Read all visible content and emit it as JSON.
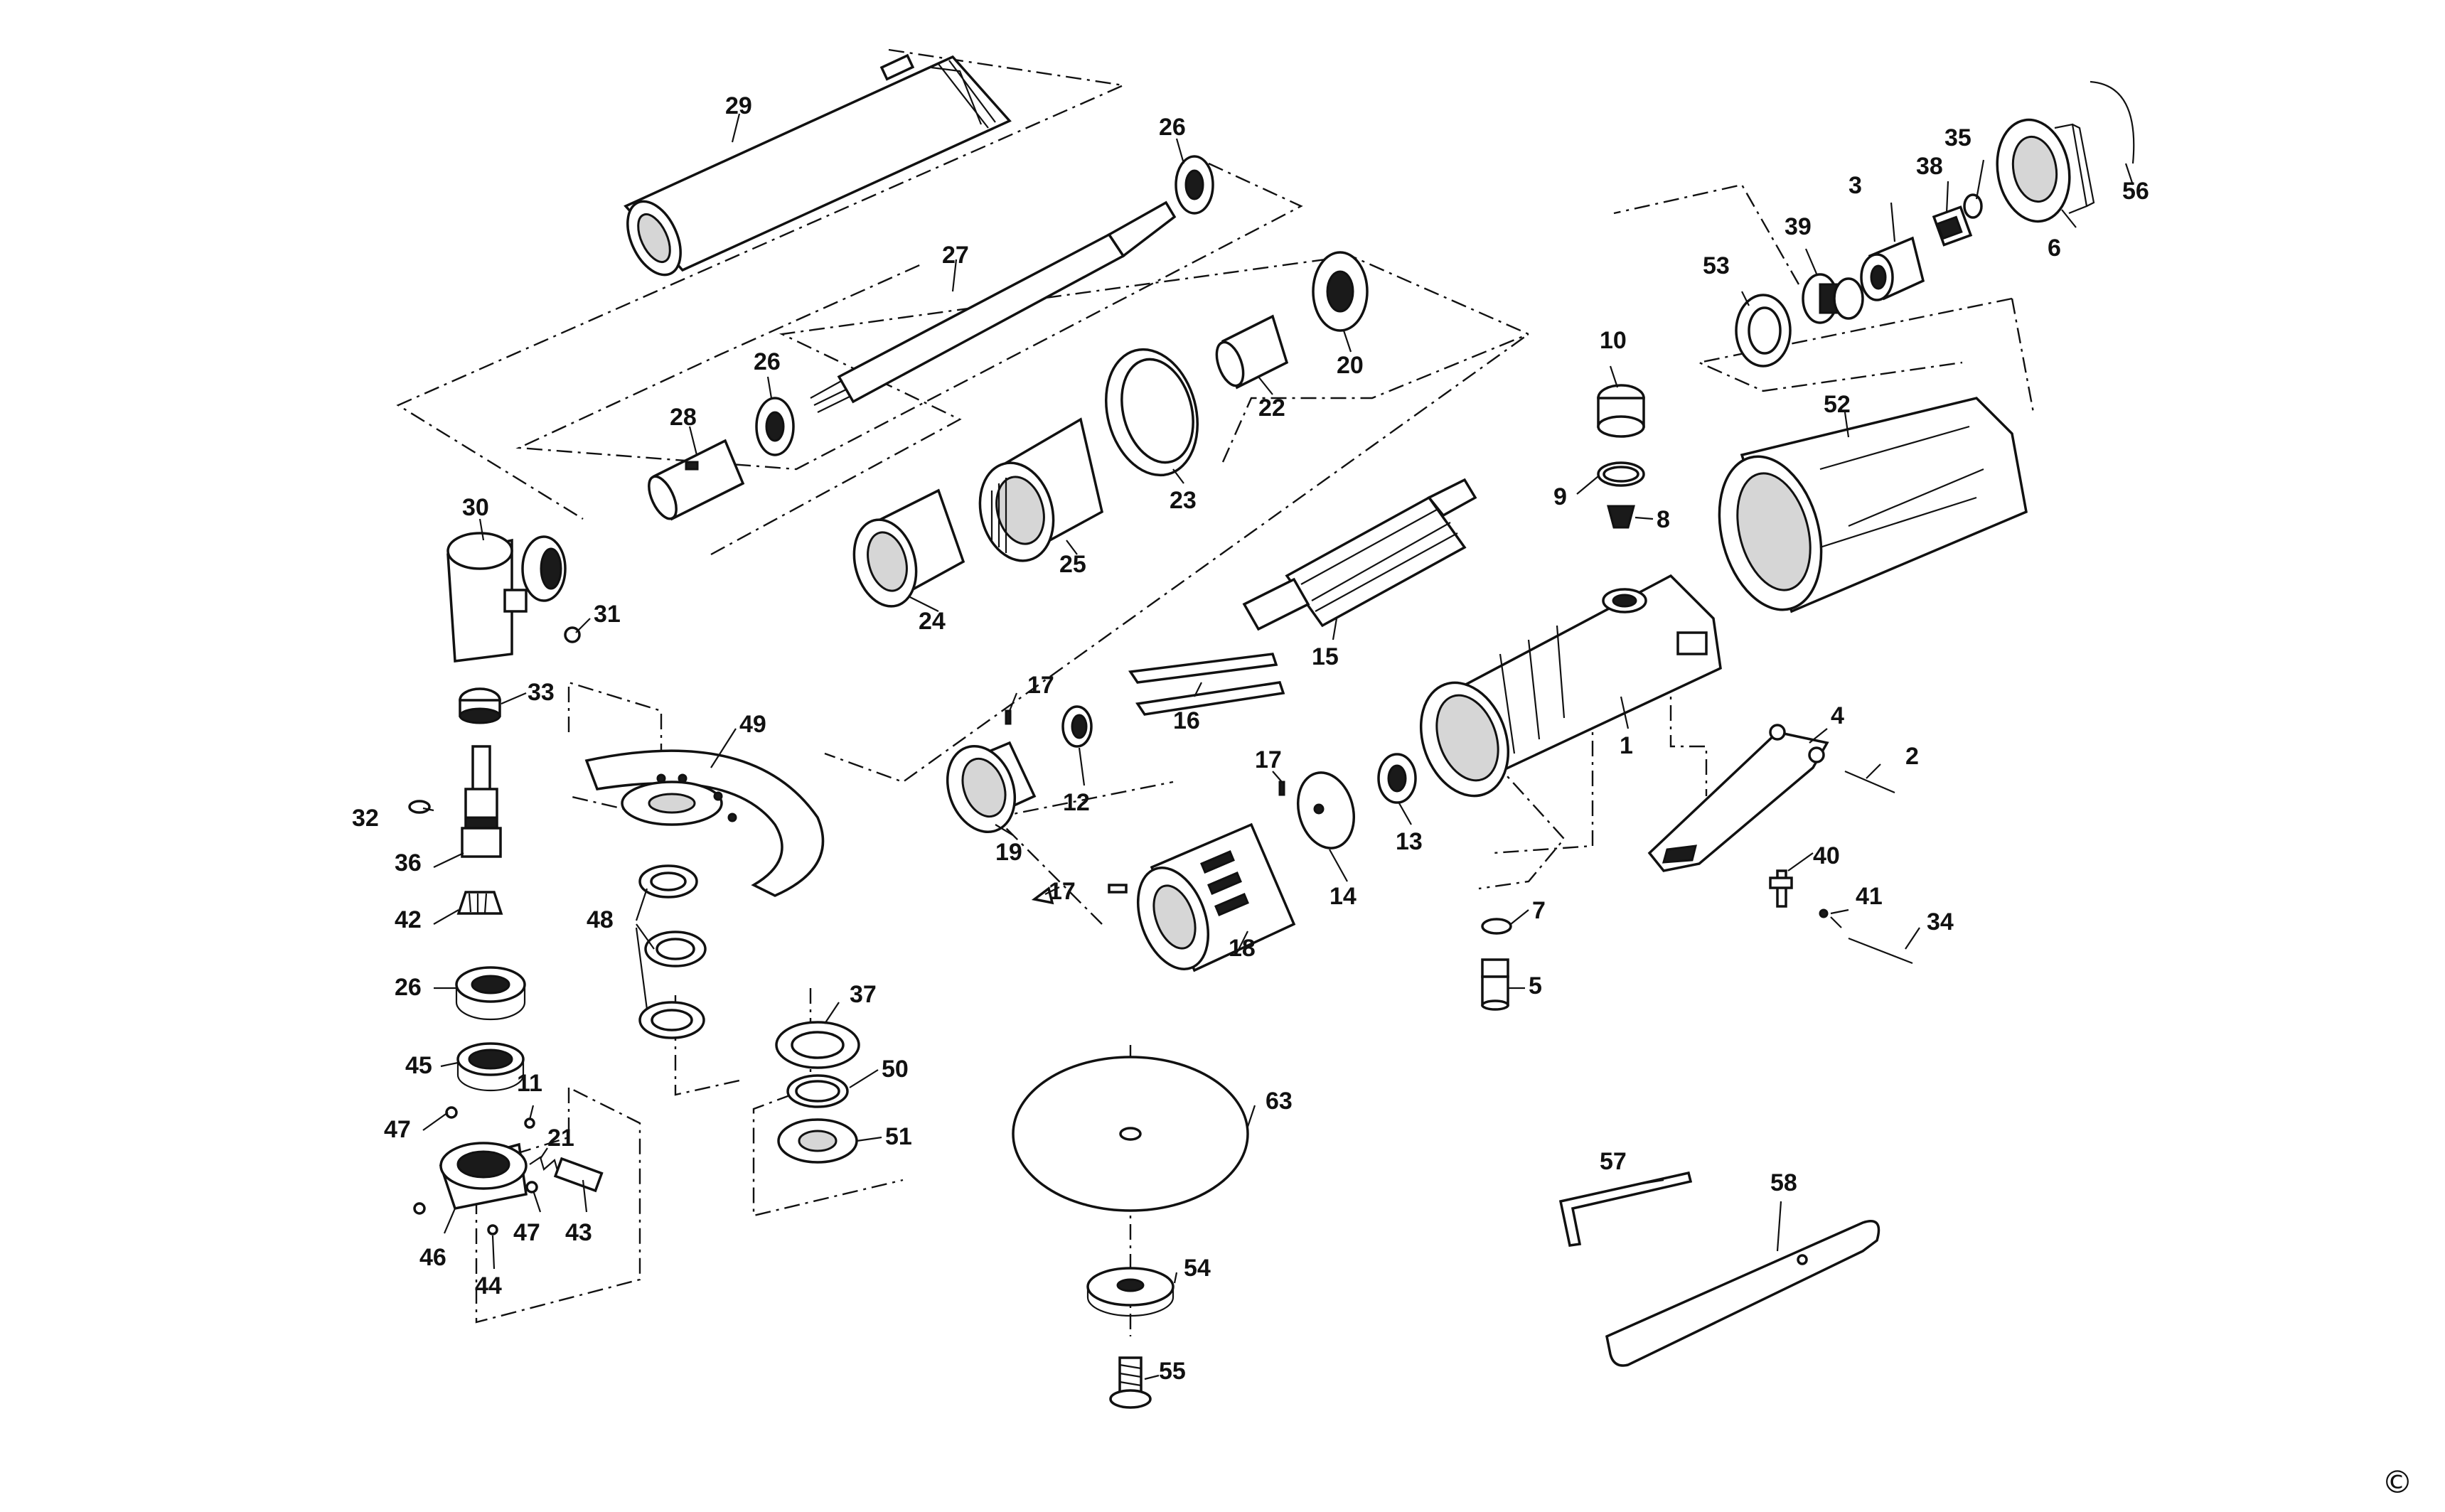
{
  "diagram": {
    "type": "exploded-parts-diagram",
    "colors": {
      "ink": "#111111",
      "paper": "#ffffff"
    },
    "copyright_symbol": "©",
    "callouts": [
      {
        "id": "c29",
        "label": "29"
      },
      {
        "id": "c26a",
        "label": "26"
      },
      {
        "id": "c27",
        "label": "27"
      },
      {
        "id": "c26b",
        "label": "26"
      },
      {
        "id": "c28",
        "label": "28"
      },
      {
        "id": "c20",
        "label": "20"
      },
      {
        "id": "c22",
        "label": "22"
      },
      {
        "id": "c23",
        "label": "23"
      },
      {
        "id": "c25",
        "label": "25"
      },
      {
        "id": "c24",
        "label": "24"
      },
      {
        "id": "c30",
        "label": "30"
      },
      {
        "id": "c31",
        "label": "31"
      },
      {
        "id": "c33",
        "label": "33"
      },
      {
        "id": "c32",
        "label": "32"
      },
      {
        "id": "c36",
        "label": "36"
      },
      {
        "id": "c42",
        "label": "42"
      },
      {
        "id": "c26c",
        "label": "26"
      },
      {
        "id": "c45",
        "label": "45"
      },
      {
        "id": "c47a",
        "label": "47"
      },
      {
        "id": "c11",
        "label": "11"
      },
      {
        "id": "c21",
        "label": "21"
      },
      {
        "id": "c46",
        "label": "46"
      },
      {
        "id": "c47b",
        "label": "47"
      },
      {
        "id": "c43",
        "label": "43"
      },
      {
        "id": "c44",
        "label": "44"
      },
      {
        "id": "c49",
        "label": "49"
      },
      {
        "id": "c48",
        "label": "48"
      },
      {
        "id": "c37",
        "label": "37"
      },
      {
        "id": "c50",
        "label": "50"
      },
      {
        "id": "c51",
        "label": "51"
      },
      {
        "id": "c63",
        "label": "63"
      },
      {
        "id": "c54",
        "label": "54"
      },
      {
        "id": "c55",
        "label": "55"
      },
      {
        "id": "c17a",
        "label": "17"
      },
      {
        "id": "c12",
        "label": "12"
      },
      {
        "id": "c19",
        "label": "19"
      },
      {
        "id": "c16",
        "label": "16"
      },
      {
        "id": "c15",
        "label": "15"
      },
      {
        "id": "c17b",
        "label": "17"
      },
      {
        "id": "c17c",
        "label": "17"
      },
      {
        "id": "c18",
        "label": "18"
      },
      {
        "id": "c14",
        "label": "14"
      },
      {
        "id": "c13",
        "label": "13"
      },
      {
        "id": "c10",
        "label": "10"
      },
      {
        "id": "c9",
        "label": "9"
      },
      {
        "id": "c8",
        "label": "8"
      },
      {
        "id": "c1",
        "label": "1"
      },
      {
        "id": "c7",
        "label": "7"
      },
      {
        "id": "c5",
        "label": "5"
      },
      {
        "id": "c52",
        "label": "52"
      },
      {
        "id": "c53",
        "label": "53"
      },
      {
        "id": "c39",
        "label": "39"
      },
      {
        "id": "c3",
        "label": "3"
      },
      {
        "id": "c38",
        "label": "38"
      },
      {
        "id": "c35",
        "label": "35"
      },
      {
        "id": "c6",
        "label": "6"
      },
      {
        "id": "c56",
        "label": "56"
      },
      {
        "id": "c4",
        "label": "4"
      },
      {
        "id": "c2",
        "label": "2"
      },
      {
        "id": "c40",
        "label": "40"
      },
      {
        "id": "c41",
        "label": "41"
      },
      {
        "id": "c34",
        "label": "34"
      },
      {
        "id": "c57",
        "label": "57"
      },
      {
        "id": "c58",
        "label": "58"
      }
    ]
  }
}
